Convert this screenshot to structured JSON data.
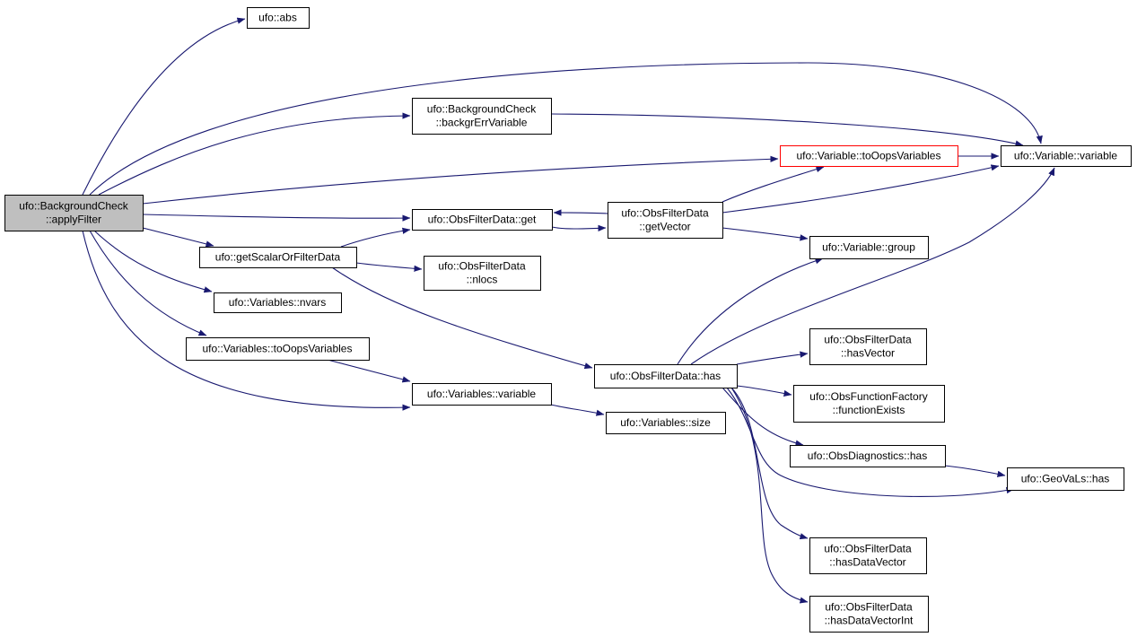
{
  "colors": {
    "edge": "#191970",
    "node_border": "#000000",
    "node_fill": "#ffffff",
    "root_fill": "#bfbfbf",
    "highlight_border": "#ff0000"
  },
  "nodes": {
    "apply_filter": {
      "lines": [
        "ufo::BackgroundCheck",
        "::applyFilter"
      ],
      "style": "root"
    },
    "abs": {
      "lines": [
        "ufo::abs"
      ]
    },
    "backgr_err_variable": {
      "lines": [
        "ufo::BackgroundCheck",
        "::backgrErrVariable"
      ]
    },
    "variable_variable": {
      "lines": [
        "ufo::Variable::variable"
      ]
    },
    "variable_to_oops_variables": {
      "lines": [
        "ufo::Variable::toOopsVariables"
      ],
      "style": "highlight"
    },
    "obsfilterdata_get": {
      "lines": [
        "ufo::ObsFilterData::get"
      ]
    },
    "obsfilterdata_get_vector": {
      "lines": [
        "ufo::ObsFilterData",
        "::getVector"
      ]
    },
    "get_scalar_or_filter_data": {
      "lines": [
        "ufo::getScalarOrFilterData"
      ]
    },
    "obsfilterdata_nlocs": {
      "lines": [
        "ufo::ObsFilterData",
        "::nlocs"
      ]
    },
    "variable_group": {
      "lines": [
        "ufo::Variable::group"
      ]
    },
    "variables_nvars": {
      "lines": [
        "ufo::Variables::nvars"
      ]
    },
    "variables_to_oops_variables": {
      "lines": [
        "ufo::Variables::toOopsVariables"
      ]
    },
    "obsfilterdata_has": {
      "lines": [
        "ufo::ObsFilterData::has"
      ]
    },
    "obsfilterdata_has_vector": {
      "lines": [
        "ufo::ObsFilterData",
        "::hasVector"
      ]
    },
    "variables_variable": {
      "lines": [
        "ufo::Variables::variable"
      ]
    },
    "obsfunctionfactory_function_exists": {
      "lines": [
        "ufo::ObsFunctionFactory",
        "::functionExists"
      ]
    },
    "variables_size": {
      "lines": [
        "ufo::Variables::size"
      ]
    },
    "obsdiagnostics_has": {
      "lines": [
        "ufo::ObsDiagnostics::has"
      ]
    },
    "geovals_has": {
      "lines": [
        "ufo::GeoVaLs::has"
      ]
    },
    "obsfilterdata_has_data_vector": {
      "lines": [
        "ufo::ObsFilterData",
        "::hasDataVector"
      ]
    },
    "obsfilterdata_has_data_vector_int": {
      "lines": [
        "ufo::ObsFilterData",
        "::hasDataVectorInt"
      ]
    }
  },
  "edges": [
    {
      "from": "apply_filter",
      "to": "abs"
    },
    {
      "from": "apply_filter",
      "to": "backgr_err_variable"
    },
    {
      "from": "apply_filter",
      "to": "variable_variable"
    },
    {
      "from": "apply_filter",
      "to": "variable_to_oops_variables"
    },
    {
      "from": "apply_filter",
      "to": "obsfilterdata_get"
    },
    {
      "from": "apply_filter",
      "to": "get_scalar_or_filter_data"
    },
    {
      "from": "apply_filter",
      "to": "variables_nvars"
    },
    {
      "from": "apply_filter",
      "to": "variables_to_oops_variables"
    },
    {
      "from": "apply_filter",
      "to": "variables_variable"
    },
    {
      "from": "backgr_err_variable",
      "to": "variable_variable"
    },
    {
      "from": "variable_to_oops_variables",
      "to": "variable_variable"
    },
    {
      "from": "obsfilterdata_get",
      "to": "obsfilterdata_get_vector"
    },
    {
      "from": "obsfilterdata_get_vector",
      "to": "obsfilterdata_get"
    },
    {
      "from": "obsfilterdata_get_vector",
      "to": "variable_to_oops_variables"
    },
    {
      "from": "obsfilterdata_get_vector",
      "to": "variable_variable"
    },
    {
      "from": "obsfilterdata_get_vector",
      "to": "variable_group"
    },
    {
      "from": "get_scalar_or_filter_data",
      "to": "obsfilterdata_get"
    },
    {
      "from": "get_scalar_or_filter_data",
      "to": "obsfilterdata_nlocs"
    },
    {
      "from": "get_scalar_or_filter_data",
      "to": "obsfilterdata_has"
    },
    {
      "from": "variables_to_oops_variables",
      "to": "variables_variable"
    },
    {
      "from": "variables_variable",
      "to": "variables_size"
    },
    {
      "from": "obsfilterdata_has",
      "to": "variable_group"
    },
    {
      "from": "obsfilterdata_has",
      "to": "variable_variable"
    },
    {
      "from": "obsfilterdata_has",
      "to": "obsfilterdata_has_vector"
    },
    {
      "from": "obsfilterdata_has",
      "to": "obsfunctionfactory_function_exists"
    },
    {
      "from": "obsfilterdata_has",
      "to": "obsdiagnostics_has"
    },
    {
      "from": "obsfilterdata_has",
      "to": "geovals_has"
    },
    {
      "from": "obsfilterdata_has",
      "to": "obsfilterdata_has_data_vector"
    },
    {
      "from": "obsfilterdata_has",
      "to": "obsfilterdata_has_data_vector_int"
    },
    {
      "from": "obsdiagnostics_has",
      "to": "geovals_has"
    }
  ]
}
